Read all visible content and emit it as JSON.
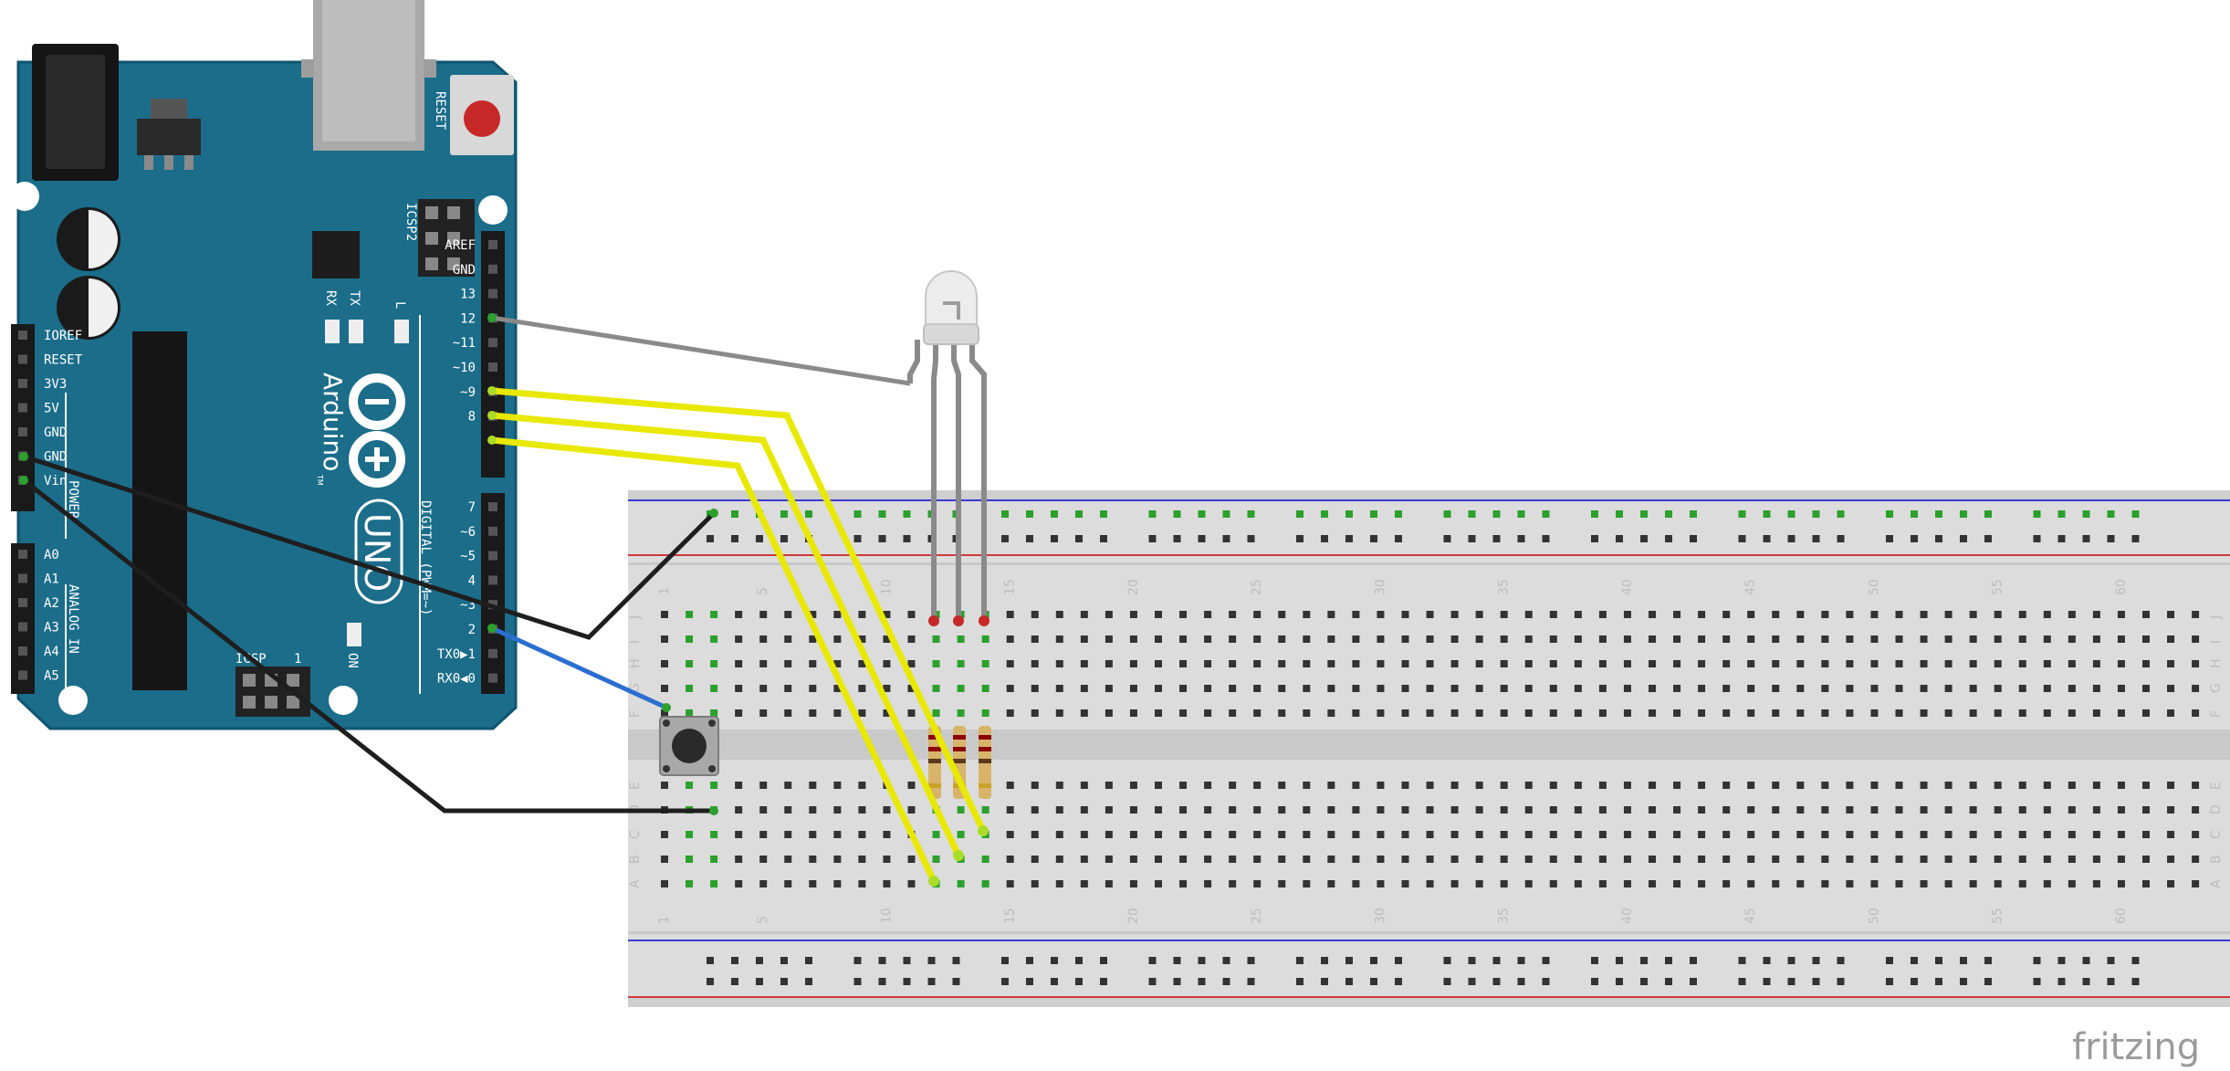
{
  "board": {
    "brand_text": "Arduino",
    "model_text": "UNO",
    "reset_label": "RESET",
    "icsp2_label": "ICSP2",
    "icsp_label": "ICSP",
    "icsp_pin_one": "1",
    "tm_mark": "TM",
    "on_label": "ON",
    "tx_label": "TX",
    "rx_label": "RX",
    "l_label": "L",
    "digital_label": "DIGITAL (PWM=~)",
    "power_label": "POWER",
    "analog_label": "ANALOG IN",
    "digital_top_pins": [
      "AREF",
      "GND",
      "13",
      "12",
      "~11",
      "~10",
      "~9",
      "8"
    ],
    "digital_bottom_pins": [
      "7",
      "~6",
      "~5",
      "4",
      "~3",
      "2",
      "TX0▶1",
      "RX0◀0"
    ],
    "power_pins": [
      "IOREF",
      "RESET",
      "3V3",
      "5V",
      "GND",
      "GND",
      "Vin"
    ],
    "analog_pins": [
      "A0",
      "A1",
      "A2",
      "A3",
      "A4",
      "A5"
    ]
  },
  "breadboard": {
    "column_numbers": [
      "1",
      "5",
      "10",
      "15",
      "20",
      "25",
      "30",
      "35",
      "40",
      "45",
      "50",
      "55",
      "60"
    ],
    "top_rows": [
      "J",
      "I",
      "H",
      "G",
      "F"
    ],
    "bottom_rows": [
      "E",
      "D",
      "C",
      "B",
      "A"
    ]
  },
  "watermark": "fritzing",
  "colors": {
    "board": "#1b6d8a",
    "board_edge": "#0f5570",
    "breadboard": "#dcdcdc",
    "wire_yellow": "#e8e800",
    "wire_black": "#1e1e1e",
    "wire_blue": "#2a6fd0",
    "wire_gray": "#8a8a8a",
    "rail_blue": "#3a3ad0",
    "rail_red": "#d03a3a",
    "hole_active": "#2ca02c"
  },
  "icons": {
    "rgb_led": "rgb-led-icon",
    "push_button": "push-button-icon",
    "resistor": "resistor-icon",
    "usb_port": "usb-port-icon",
    "power_jack": "power-jack-icon"
  }
}
